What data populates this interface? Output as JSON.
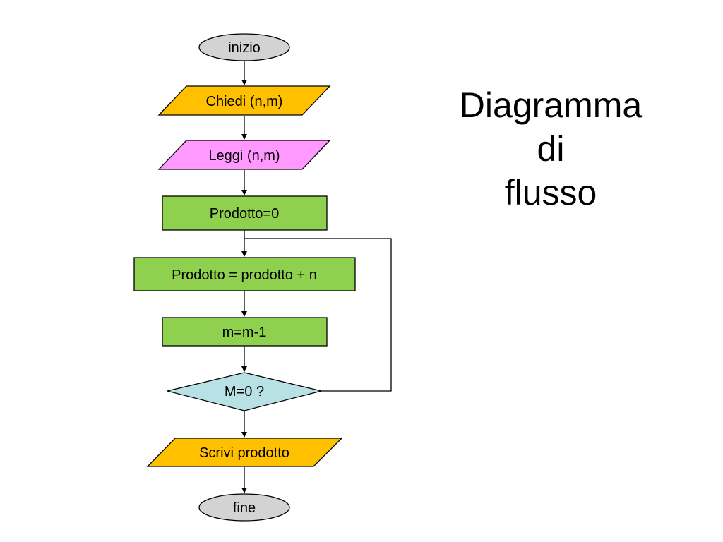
{
  "title_lines": [
    "Diagramma",
    "di",
    "flusso"
  ],
  "nodes": {
    "start": "inizio",
    "ask_input": "Chiedi (n,m)",
    "read_input": "Leggi (n,m)",
    "init_product": "Prodotto=0",
    "accumulate": "Prodotto = prodotto + n",
    "decrement": "m=m-1",
    "check": "M=0 ?",
    "write_output": "Scrivi prodotto",
    "end": "fine"
  },
  "colors": {
    "terminal_fill": "#d3d3d3",
    "io_ask_fill": "#ffc000",
    "io_read_fill": "#ff99ff",
    "process_fill": "#8fd14f",
    "decision_fill": "#b7e1e4",
    "stroke": "#000000"
  }
}
